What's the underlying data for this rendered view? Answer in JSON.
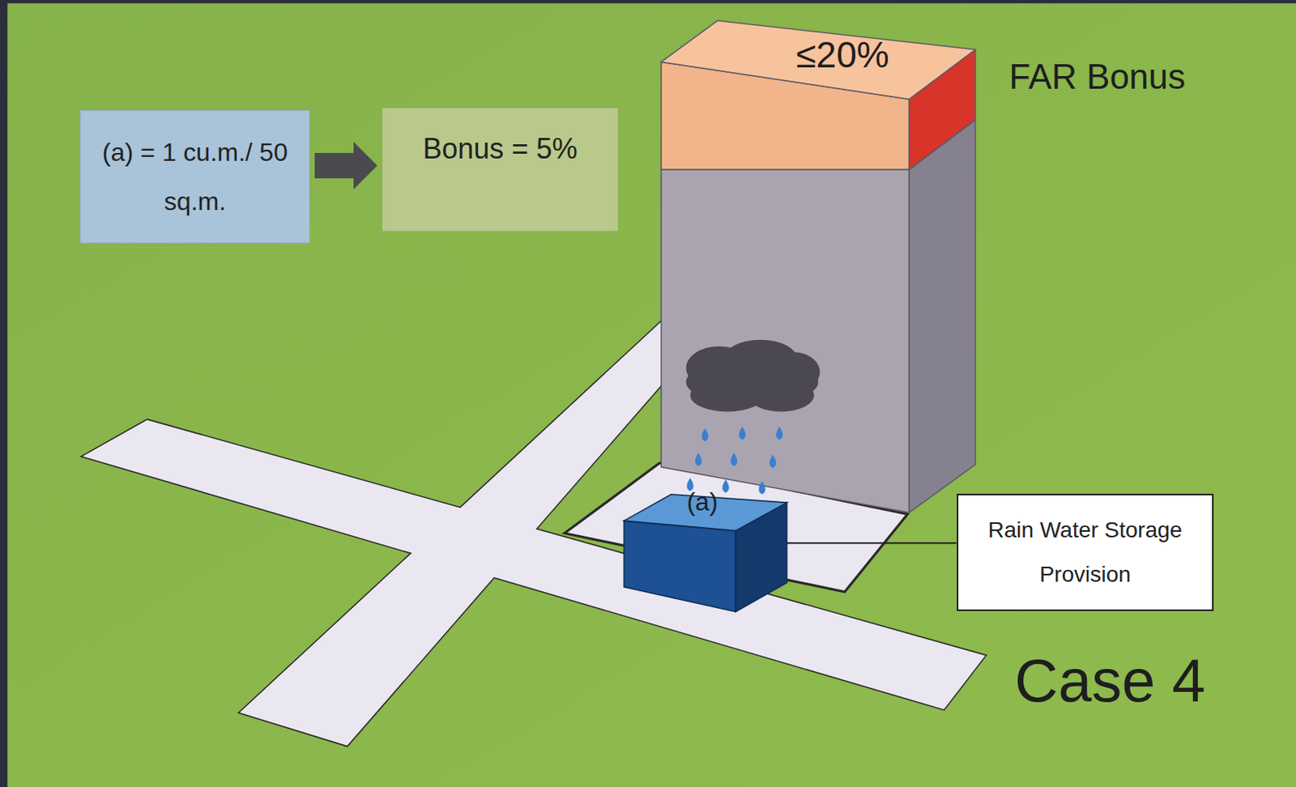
{
  "diagram": {
    "nodes": [
      {
        "text": [
          "(a) = 1 cu.m./ 50 sq.m."
        ]
      },
      {
        "text": [
          "Bonus = 5%"
        ]
      },
      {
        "text": [
          "Rain Water Storage Provision"
        ]
      }
    ],
    "edges": [
      {
        "from": 0,
        "to": 1,
        "arrow": "to"
      }
    ],
    "labels": [
      "≤20%",
      "FAR Bonus",
      "(a)",
      "Case 4"
    ]
  }
}
